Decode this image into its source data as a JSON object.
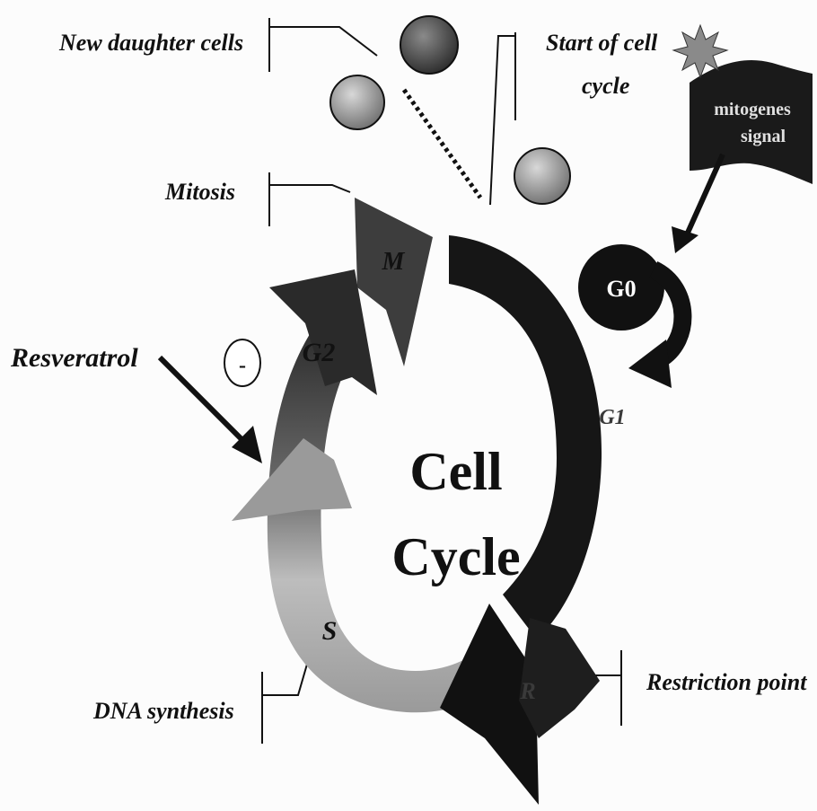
{
  "labels": {
    "new_daughter_cells": "New daughter cells",
    "start_of_cell_line1": "Start of cell",
    "start_of_cell_line2": "cycle",
    "mitosis": "Mitosis",
    "resveratrol": "Resveratrol",
    "dna_synthesis": "DNA synthesis",
    "restriction_point": "Restriction point",
    "mitogenes_line1": "mitogenes",
    "mitogenes_line2": "signal"
  },
  "phases": {
    "m": "M",
    "g2": "G2",
    "s": "S",
    "g1": "G1",
    "r": "R",
    "g0": "G0",
    "inhibit": "-"
  },
  "center": {
    "line1": "Cell",
    "line2": "Cycle"
  },
  "colors": {
    "dark": "#151515",
    "mid": "#555555",
    "light": "#b5b5b5"
  }
}
